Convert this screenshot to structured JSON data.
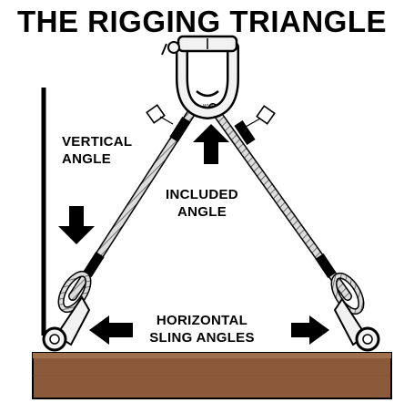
{
  "diagram": {
    "title": "THE RIGGING TRIANGLE",
    "labels": {
      "vertical_angle": [
        "VERTICAL",
        "ANGLE"
      ],
      "included_angle": [
        "INCLUDED",
        "ANGLE"
      ],
      "horizontal_sling_angles": [
        "HORIZONTAL",
        "SLING ANGLES"
      ]
    },
    "colors": {
      "ink": "#000000",
      "load_fill": "#8a5a3a",
      "load_top": "#a0704c",
      "rope": "#d8d8d8",
      "tag": "#ffffff"
    }
  }
}
